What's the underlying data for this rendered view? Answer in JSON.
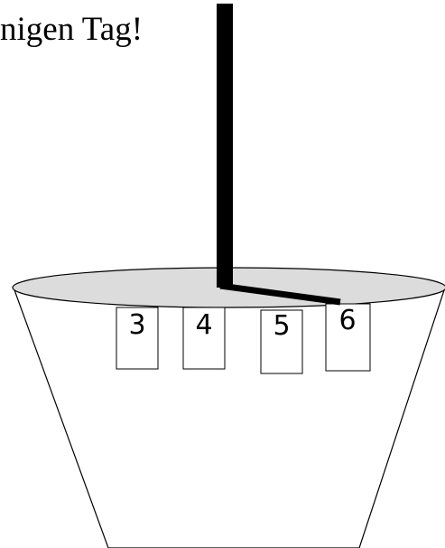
{
  "caption": "nigen Tag!",
  "cards": [
    {
      "label": "3"
    },
    {
      "label": "4"
    },
    {
      "label": "5"
    },
    {
      "label": "6"
    }
  ],
  "colors": {
    "stroke": "#000000",
    "lid_fill": "#dcdcdc",
    "background": "#ffffff"
  }
}
